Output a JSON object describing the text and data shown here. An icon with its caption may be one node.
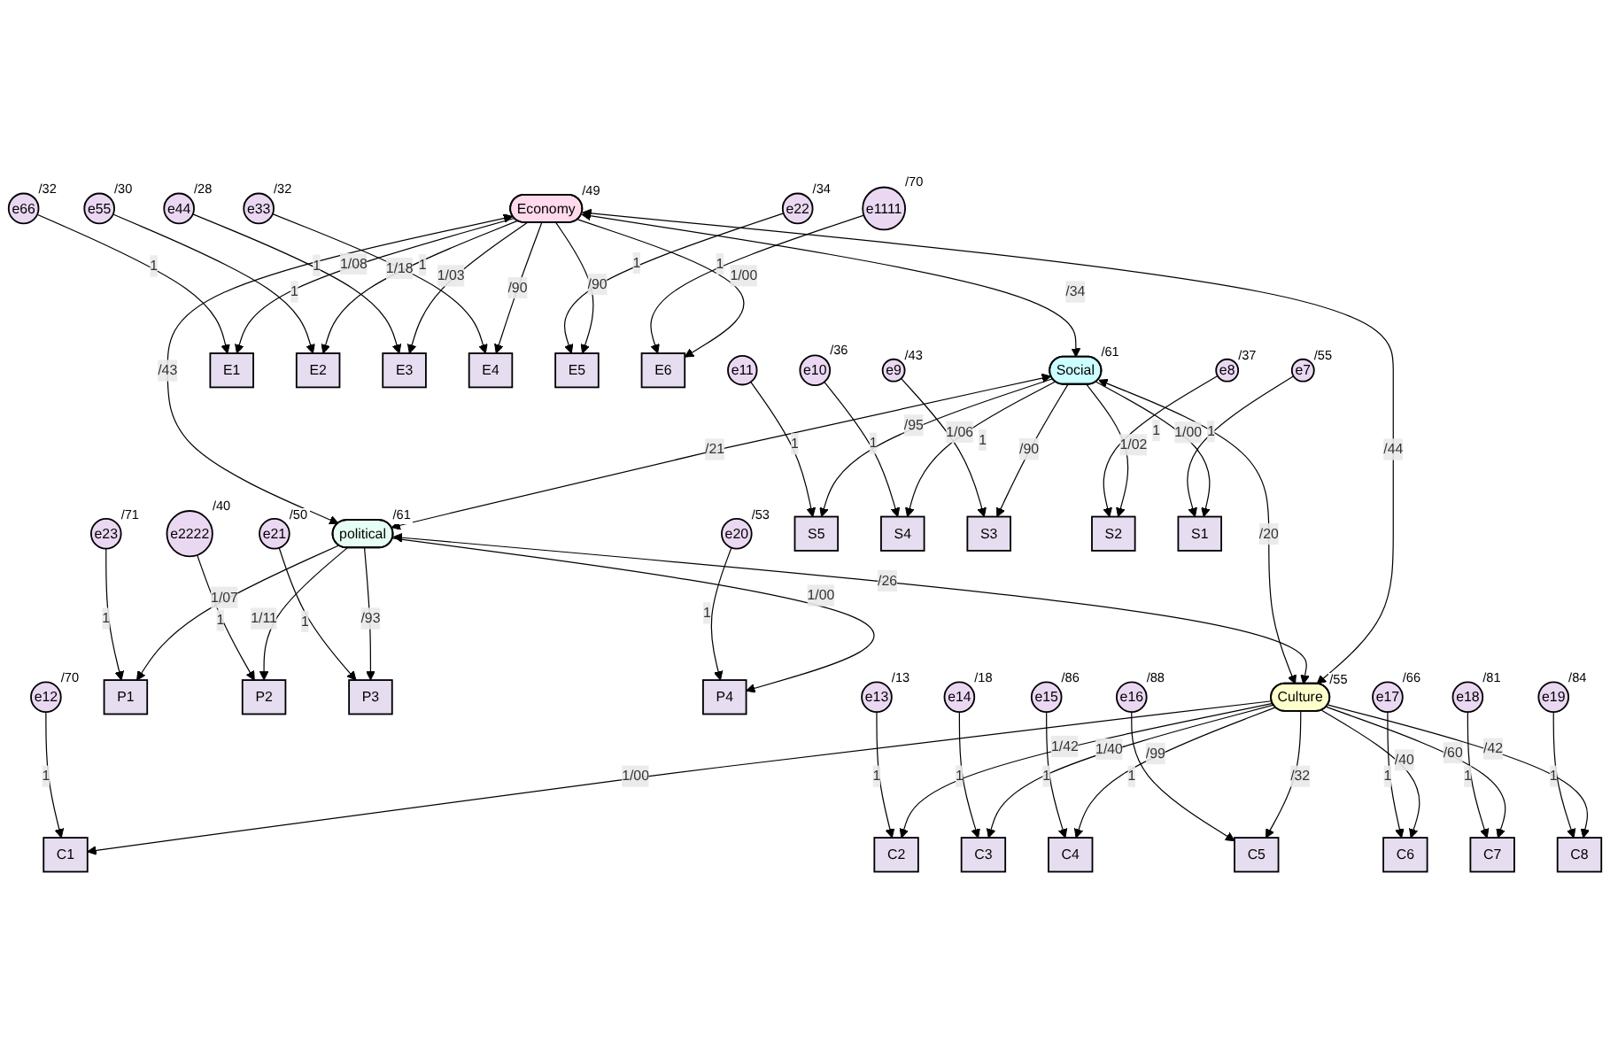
{
  "diagram": {
    "nodes": [
      {
        "text": [
          "Economy"
        ],
        "beside": [
          "/49"
        ]
      },
      {
        "text": [
          "Social"
        ],
        "beside": [
          "/61"
        ]
      },
      {
        "text": [
          "political"
        ],
        "beside": [
          "/61"
        ]
      },
      {
        "text": [
          "Culture"
        ],
        "beside": [
          "/55"
        ]
      },
      {
        "text": [
          "E1"
        ]
      },
      {
        "text": [
          "E2"
        ]
      },
      {
        "text": [
          "E3"
        ]
      },
      {
        "text": [
          "E4"
        ]
      },
      {
        "text": [
          "E5"
        ]
      },
      {
        "text": [
          "E6"
        ]
      },
      {
        "text": [
          "e66"
        ],
        "beside": [
          "/32"
        ]
      },
      {
        "text": [
          "e55"
        ],
        "beside": [
          "/30"
        ]
      },
      {
        "text": [
          "e44"
        ],
        "beside": [
          "/28"
        ]
      },
      {
        "text": [
          "e33"
        ],
        "beside": [
          "/32"
        ]
      },
      {
        "text": [
          "e22"
        ],
        "beside": [
          "/34"
        ]
      },
      {
        "text": [
          "e1111"
        ],
        "beside": [
          "/70"
        ]
      },
      {
        "text": [
          "P1"
        ]
      },
      {
        "text": [
          "P2"
        ]
      },
      {
        "text": [
          "P3"
        ]
      },
      {
        "text": [
          "P4"
        ]
      },
      {
        "text": [
          "e23"
        ],
        "beside": [
          "/71"
        ]
      },
      {
        "text": [
          "e2222"
        ],
        "beside": [
          "/40"
        ]
      },
      {
        "text": [
          "e21"
        ],
        "beside": [
          "/50"
        ]
      },
      {
        "text": [
          "e20"
        ],
        "beside": [
          "/53"
        ]
      },
      {
        "text": [
          "S5"
        ]
      },
      {
        "text": [
          "S4"
        ]
      },
      {
        "text": [
          "S3"
        ]
      },
      {
        "text": [
          "S2"
        ]
      },
      {
        "text": [
          "S1"
        ]
      },
      {
        "text": [
          "e11"
        ]
      },
      {
        "text": [
          "e10"
        ],
        "beside": [
          "/36"
        ]
      },
      {
        "text": [
          "e9"
        ],
        "beside": [
          "/43"
        ]
      },
      {
        "text": [
          "e8"
        ],
        "beside": [
          "/37"
        ]
      },
      {
        "text": [
          "e7"
        ],
        "beside": [
          "/55"
        ]
      },
      {
        "text": [
          "C1"
        ]
      },
      {
        "text": [
          "C2"
        ]
      },
      {
        "text": [
          "C3"
        ]
      },
      {
        "text": [
          "C4"
        ]
      },
      {
        "text": [
          "C5"
        ]
      },
      {
        "text": [
          "C6"
        ]
      },
      {
        "text": [
          "C7"
        ]
      },
      {
        "text": [
          "C8"
        ]
      },
      {
        "text": [
          "e12"
        ],
        "beside": [
          "/70"
        ]
      },
      {
        "text": [
          "e13"
        ],
        "beside": [
          "/13"
        ]
      },
      {
        "text": [
          "e14"
        ],
        "beside": [
          "/18"
        ]
      },
      {
        "text": [
          "e15"
        ],
        "beside": [
          "/86"
        ]
      },
      {
        "text": [
          "e16"
        ],
        "beside": [
          "/88"
        ]
      },
      {
        "text": [
          "e17"
        ],
        "beside": [
          "/66"
        ]
      },
      {
        "text": [
          "e18"
        ],
        "beside": [
          "/81"
        ]
      },
      {
        "text": [
          "e19"
        ],
        "beside": [
          "/84"
        ]
      }
    ],
    "edges": [
      {
        "from": 0,
        "to": 1,
        "arrow": "both",
        "label": "/34"
      },
      {
        "from": 1,
        "to": 2,
        "arrow": "both",
        "label": "/21"
      },
      {
        "from": 0,
        "to": 3,
        "arrow": "both",
        "label": "/44"
      },
      {
        "from": 0,
        "to": 2,
        "arrow": "both",
        "label": "/43"
      },
      {
        "from": 2,
        "to": 3,
        "arrow": "both",
        "label": "/26"
      },
      {
        "from": 1,
        "to": 3,
        "arrow": "both",
        "label": "/20"
      },
      {
        "from": 0,
        "to": 4,
        "arrow": "to",
        "label": "1/08"
      },
      {
        "from": 0,
        "to": 5,
        "arrow": "to",
        "label": "1/18"
      },
      {
        "from": 0,
        "to": 6,
        "arrow": "to",
        "label": "1/03"
      },
      {
        "from": 0,
        "to": 7,
        "arrow": "to",
        "label": "/90"
      },
      {
        "from": 0,
        "to": 8,
        "arrow": "to",
        "label": "/90"
      },
      {
        "from": 0,
        "to": 9,
        "arrow": "to",
        "label": "1/00"
      },
      {
        "from": 10,
        "to": 4,
        "arrow": "to",
        "label": "1"
      },
      {
        "from": 11,
        "to": 5,
        "arrow": "to",
        "label": "1"
      },
      {
        "from": 12,
        "to": 6,
        "arrow": "to",
        "label": "1"
      },
      {
        "from": 13,
        "to": 7,
        "arrow": "to",
        "label": "1"
      },
      {
        "from": 14,
        "to": 8,
        "arrow": "to",
        "label": "1"
      },
      {
        "from": 15,
        "to": 9,
        "arrow": "to",
        "label": "1"
      },
      {
        "from": 2,
        "to": 16,
        "arrow": "to",
        "label": "1/07"
      },
      {
        "from": 2,
        "to": 17,
        "arrow": "to",
        "label": "1/11"
      },
      {
        "from": 2,
        "to": 18,
        "arrow": "to",
        "label": "/93"
      },
      {
        "from": 2,
        "to": 19,
        "arrow": "to",
        "label": "1/00"
      },
      {
        "from": 20,
        "to": 16,
        "arrow": "to",
        "label": "1"
      },
      {
        "from": 21,
        "to": 17,
        "arrow": "to",
        "label": "1"
      },
      {
        "from": 22,
        "to": 18,
        "arrow": "to",
        "label": "1"
      },
      {
        "from": 23,
        "to": 19,
        "arrow": "to",
        "label": "1"
      },
      {
        "from": 1,
        "to": 24,
        "arrow": "to",
        "label": "/95"
      },
      {
        "from": 1,
        "to": 25,
        "arrow": "to",
        "label": "1/06"
      },
      {
        "from": 1,
        "to": 26,
        "arrow": "to",
        "label": "/90"
      },
      {
        "from": 1,
        "to": 27,
        "arrow": "to",
        "label": "1/02"
      },
      {
        "from": 1,
        "to": 28,
        "arrow": "to",
        "label": "1/00"
      },
      {
        "from": 29,
        "to": 24,
        "arrow": "to",
        "label": "1"
      },
      {
        "from": 30,
        "to": 25,
        "arrow": "to",
        "label": "1"
      },
      {
        "from": 31,
        "to": 26,
        "arrow": "to",
        "label": "1"
      },
      {
        "from": 32,
        "to": 27,
        "arrow": "to",
        "label": "1"
      },
      {
        "from": 33,
        "to": 28,
        "arrow": "to",
        "label": "1"
      },
      {
        "from": 3,
        "to": 34,
        "arrow": "to",
        "label": "1/00"
      },
      {
        "from": 3,
        "to": 35,
        "arrow": "to",
        "label": "1/42"
      },
      {
        "from": 3,
        "to": 36,
        "arrow": "to",
        "label": "1/40"
      },
      {
        "from": 3,
        "to": 37,
        "arrow": "to",
        "label": "/99"
      },
      {
        "from": 3,
        "to": 38,
        "arrow": "to",
        "label": "/32"
      },
      {
        "from": 3,
        "to": 39,
        "arrow": "to",
        "label": "/40"
      },
      {
        "from": 3,
        "to": 40,
        "arrow": "to",
        "label": "/60"
      },
      {
        "from": 3,
        "to": 41,
        "arrow": "to",
        "label": "/42"
      },
      {
        "from": 42,
        "to": 34,
        "arrow": "to",
        "label": "1"
      },
      {
        "from": 43,
        "to": 35,
        "arrow": "to",
        "label": "1"
      },
      {
        "from": 44,
        "to": 36,
        "arrow": "to",
        "label": "1"
      },
      {
        "from": 45,
        "to": 37,
        "arrow": "to",
        "label": "1"
      },
      {
        "from": 46,
        "to": 38,
        "arrow": "to",
        "label": "1"
      },
      {
        "from": 47,
        "to": 39,
        "arrow": "to",
        "label": "1"
      },
      {
        "from": 48,
        "to": 40,
        "arrow": "to",
        "label": "1"
      },
      {
        "from": 49,
        "to": 41,
        "arrow": "to",
        "label": "1"
      }
    ]
  }
}
